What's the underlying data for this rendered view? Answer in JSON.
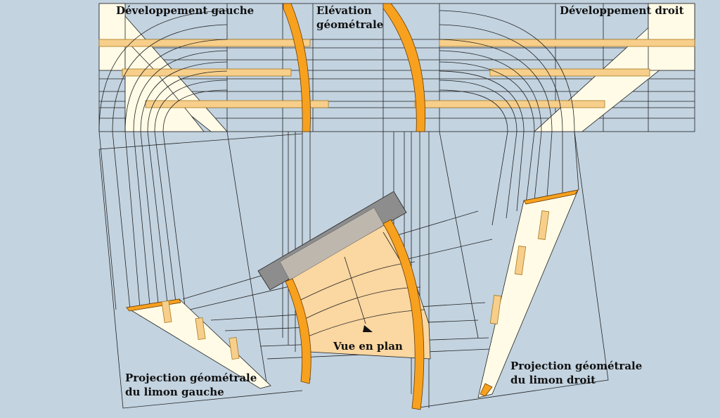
{
  "labels": {
    "dev_left": "Développement gauche",
    "elevation_line1": "Elévation",
    "elevation_line2": "géométrale",
    "dev_right": "Développement droit",
    "plan": "Vue en plan",
    "proj_left_line1": "Projection géométrale",
    "proj_left_line2": "du limon gauche",
    "proj_right_line1": "Projection géométrale",
    "proj_right_line2": "du limon droit"
  },
  "colors": {
    "background": "#c3d3e0",
    "cream": "#fffbe6",
    "board": "#f7cf8b",
    "orange": "#f7a11f",
    "plan_fill": "#fbd7a1",
    "wall": "#8d8d8d",
    "line": "#222222"
  }
}
